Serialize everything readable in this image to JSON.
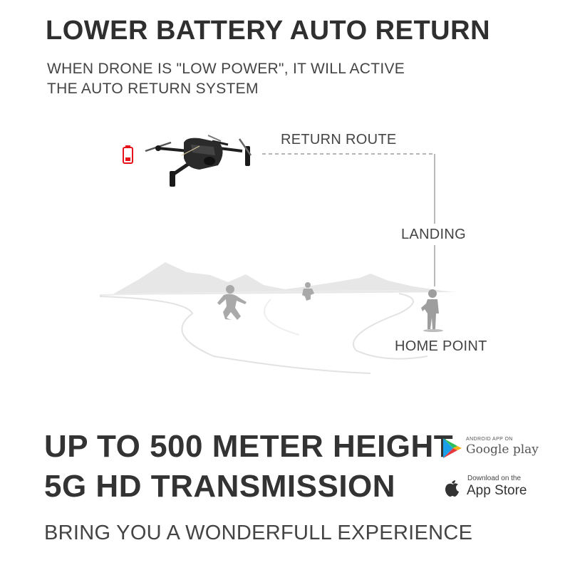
{
  "header": {
    "title": "LOWER BATTERY AUTO RETURN",
    "description_line1": "WHEN DRONE IS \"LOW POWER\", IT WILL ACTIVE",
    "description_line2": "THE AUTO RETURN SYSTEM"
  },
  "diagram": {
    "return_route_label": "RETURN ROUTE",
    "landing_label": "LANDING",
    "home_point_label": "HOME POINT",
    "battery_icon": "low-battery-icon",
    "colors": {
      "battery": "#e8121a",
      "route_line": "#8a8a8a"
    }
  },
  "features": {
    "line1": "UP TO 500 METER HEIGHT",
    "line2": "5G HD TRANSMISSION"
  },
  "stores": {
    "google_small": "ANDROID APP ON",
    "google_name": "Google play",
    "apple_small": "Download on the",
    "apple_name": "App Store"
  },
  "tagline": "BRING YOU A WONDERFULL EXPERIENCE"
}
